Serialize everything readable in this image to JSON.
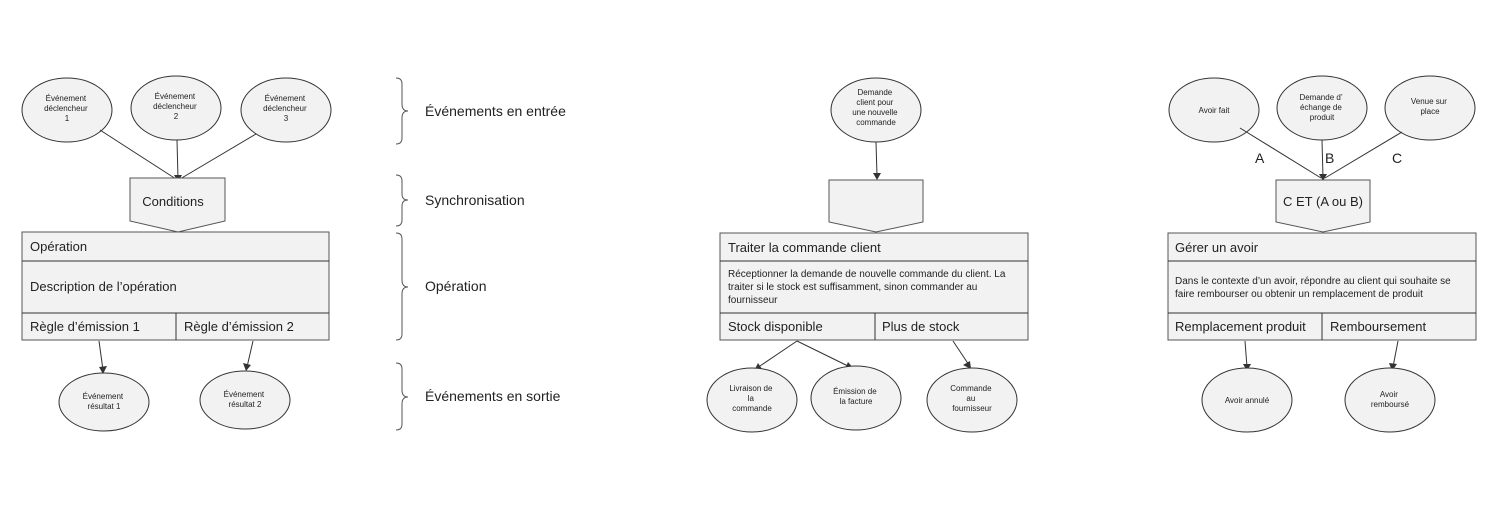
{
  "template": {
    "input_events": [
      "Événement déclencheur 1",
      "Événement déclencheur 2",
      "Événement déclencheur 3"
    ],
    "sync_label": "Conditions",
    "operation_title": "Opération",
    "operation_description": "Description de l’opération",
    "rules": [
      "Règle d’émission 1",
      "Règle d’émission 2"
    ],
    "output_events": [
      "Événement résultat 1",
      "Événement résultat 2"
    ]
  },
  "legend": {
    "inputs": "Événements en entrée",
    "sync": "Synchronisation",
    "operation": "Opération",
    "outputs": "Événements en sortie"
  },
  "example1": {
    "input_event": "Demande client pour une nouvelle commande",
    "sync_label": "",
    "operation_title": "Traiter la commande client",
    "operation_description": "Réceptionner la demande de nouvelle commande du client. La traiter si le stock est suffisamment, sinon commander au fournisseur",
    "rules": [
      "Stock disponible",
      "Plus de stock"
    ],
    "output_events": [
      "Livraison de la commande",
      "Émission de la facture",
      "Commande au fournisseur"
    ]
  },
  "example2": {
    "input_events": [
      "Avoir fait",
      "Demande d’échange de produit",
      "Venue sur place"
    ],
    "arrow_labels": [
      "A",
      "B",
      "C"
    ],
    "sync_label": "C ET (A ou B)",
    "operation_title": "Gérer un avoir",
    "operation_description": "Dans le contexte d’un avoir, répondre au client qui souhaite se faire rembourser ou obtenir un remplacement de produit",
    "rules": [
      "Remplacement produit",
      "Remboursement"
    ],
    "output_events": [
      "Avoir annulé",
      "Avoir remboursé"
    ]
  }
}
